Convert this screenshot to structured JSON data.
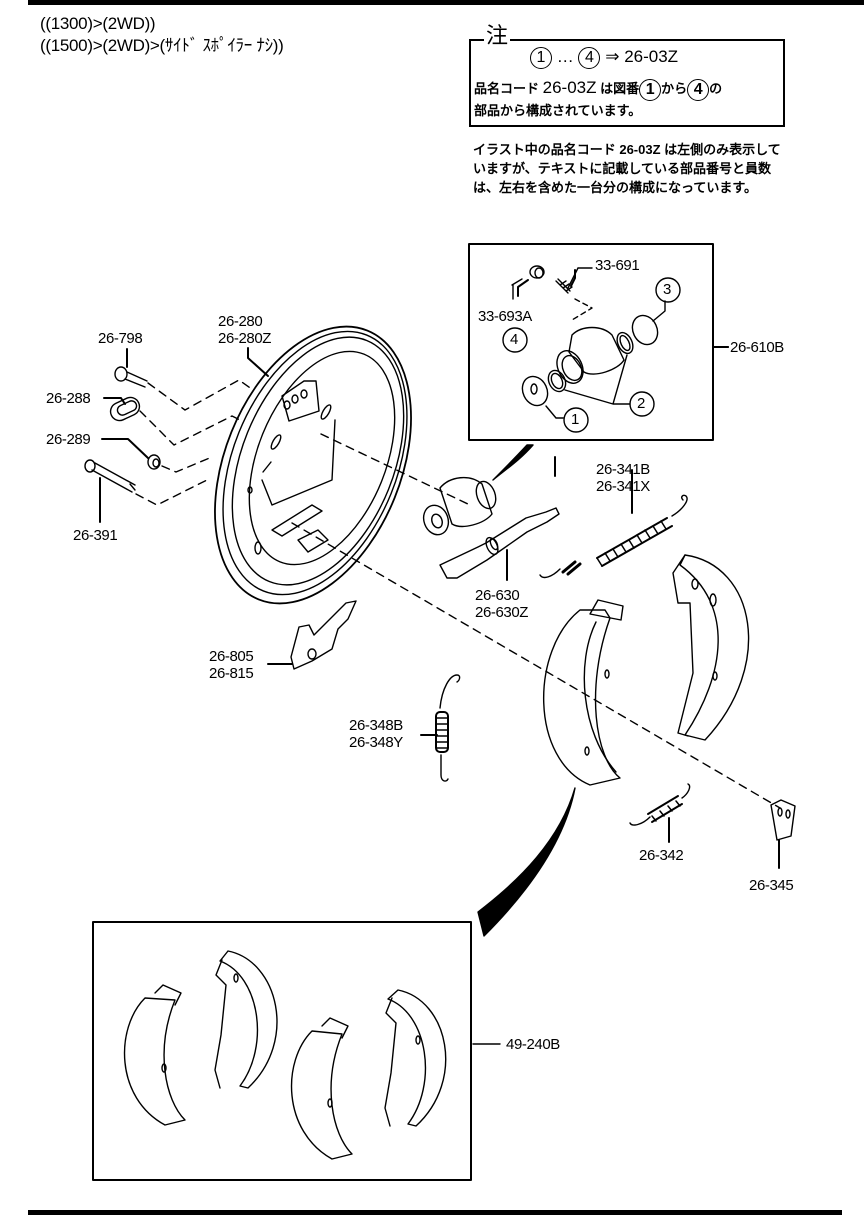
{
  "header": {
    "title_line1": "((1300)>(2WD))",
    "title_line2": "((1500)>(2WD)>(ｻｲﾄﾞ ｽﾎﾟｲﾗｰ ﾅｼ))"
  },
  "note": {
    "tag": "注",
    "range_start": "1",
    "ellipsis": "…",
    "range_end": "4",
    "arrow": "⇒",
    "kit_code": "26-03Z",
    "line2_prefix": "品名コード",
    "line2_code": "26-03Z",
    "line2_mid": "は図番",
    "line2_from": "1",
    "line2_kara": "から",
    "line2_to": "4",
    "line2_suffix": "の",
    "line3": "部品から構成されています。",
    "footnote": "イラスト中の品名コード 26-03Z は左側のみ表示していますが、テキストに記載している部品番号と員数は、左右を含めた一台分の構成になっています。"
  },
  "callouts": {
    "c_26_798": "26-798",
    "c_26_288": "26-288",
    "c_26_289": "26-289",
    "c_26_391": "26-391",
    "c_26_280": "26-280",
    "c_26_280z": "26-280Z",
    "c_33_691": "33-691",
    "c_33_693a": "33-693A",
    "c_26_610b": "26-610B",
    "c_26_341b": "26-341B",
    "c_26_341x": "26-341X",
    "c_26_630": "26-630",
    "c_26_630z": "26-630Z",
    "c_26_805": "26-805",
    "c_26_815": "26-815",
    "c_26_348b": "26-348B",
    "c_26_348y": "26-348Y",
    "c_26_342": "26-342",
    "c_26_345": "26-345",
    "c_49_240b": "49-240B"
  },
  "ref_numbers": {
    "n1": "1",
    "n2": "2",
    "n3": "3",
    "n4": "4"
  }
}
